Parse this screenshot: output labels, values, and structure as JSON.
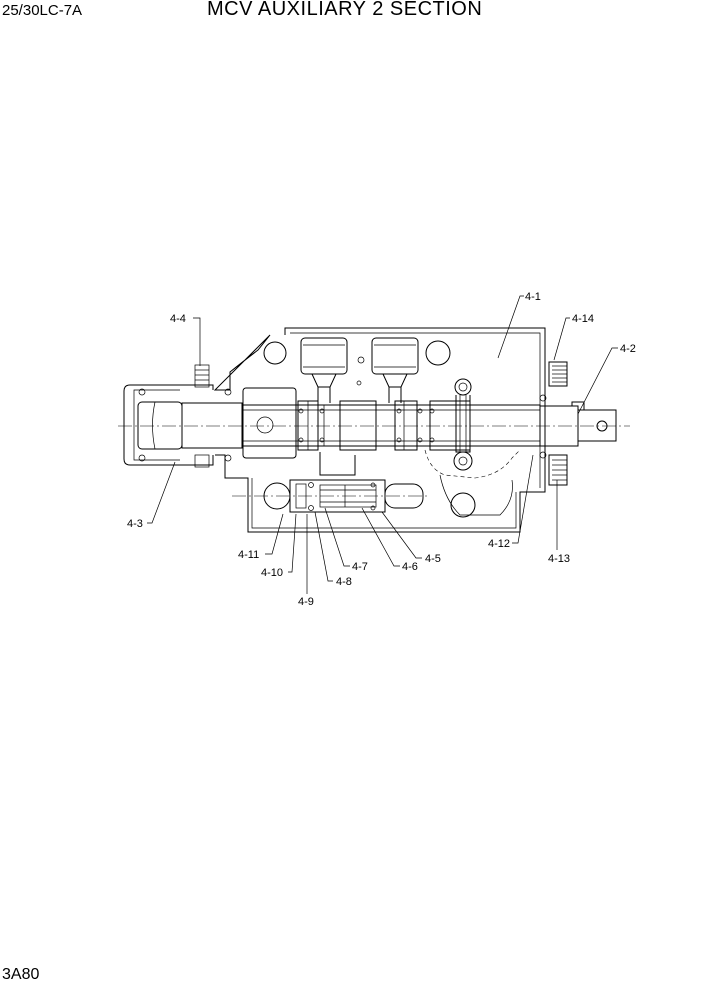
{
  "header": {
    "model": "25/30LC-7A",
    "title": "MCV AUXILIARY 2  SECTION"
  },
  "footer": {
    "page_code": "3A80"
  },
  "callouts": {
    "c4_1": "4-1",
    "c4_2": "4-2",
    "c4_3": "4-3",
    "c4_4": "4-4",
    "c4_5": "4-5",
    "c4_6": "4-6",
    "c4_7": "4-7",
    "c4_8": "4-8",
    "c4_9": "4-9",
    "c4_10": "4-10",
    "c4_11": "4-11",
    "c4_12": "4-12",
    "c4_13": "4-13",
    "c4_14": "4-14"
  }
}
